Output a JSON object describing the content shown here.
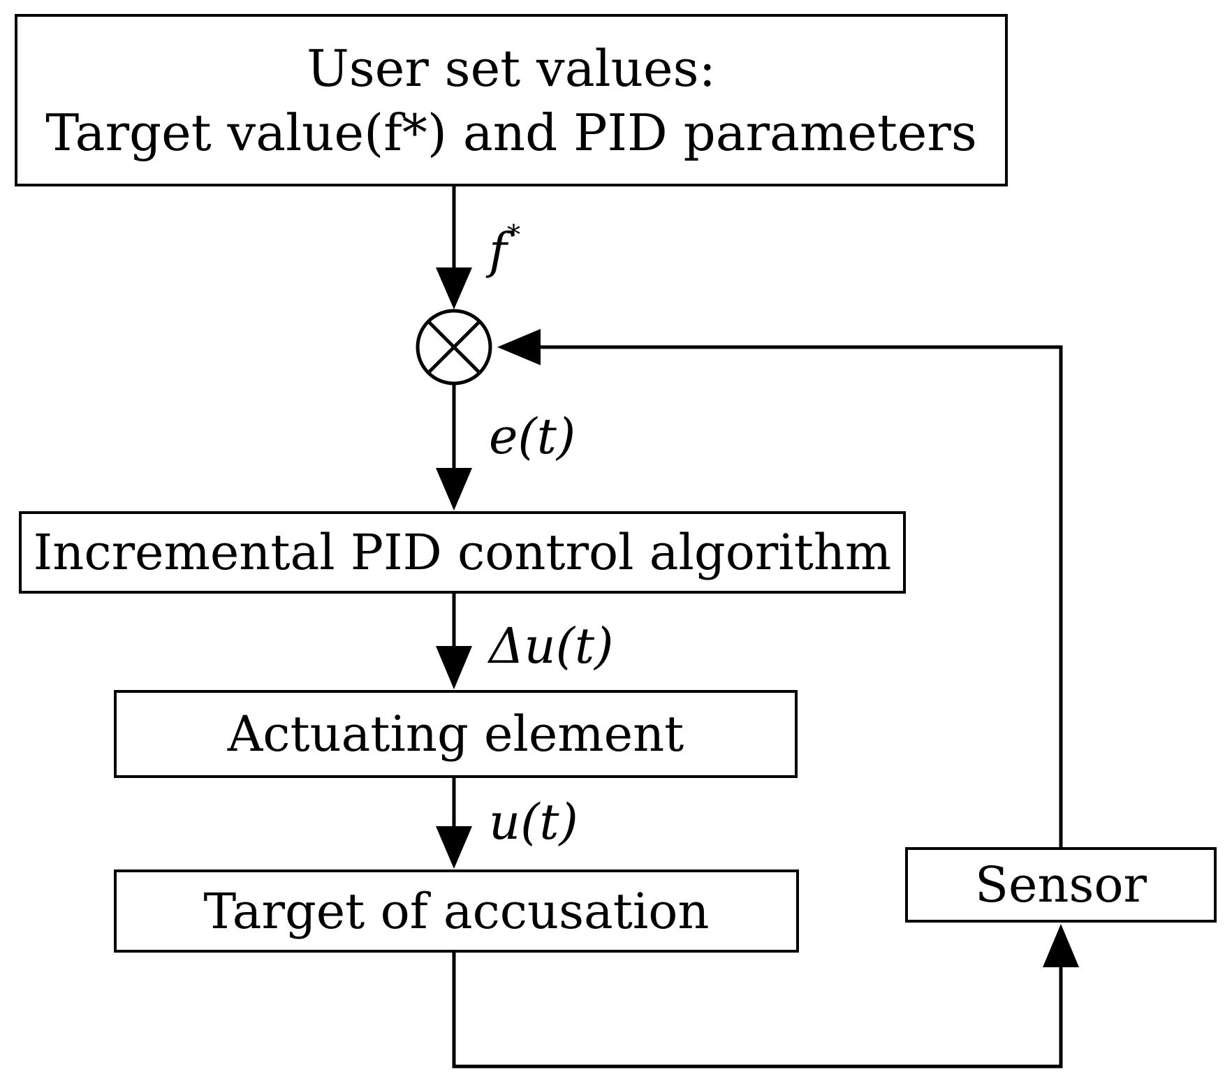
{
  "blocks": {
    "user_line1": "User set values:",
    "user_line2": "Target value(f*) and PID parameters",
    "pid": "Incremental PID control algorithm",
    "actuator": "Actuating element",
    "target": "Target of accusation",
    "sensor": "Sensor"
  },
  "signals": {
    "setpoint_base": "f",
    "setpoint_sup": "*",
    "error": "e(t)",
    "delta_u": "Δu(t)",
    "u": "u(t)"
  },
  "junction": {
    "symbol": "⊗"
  }
}
